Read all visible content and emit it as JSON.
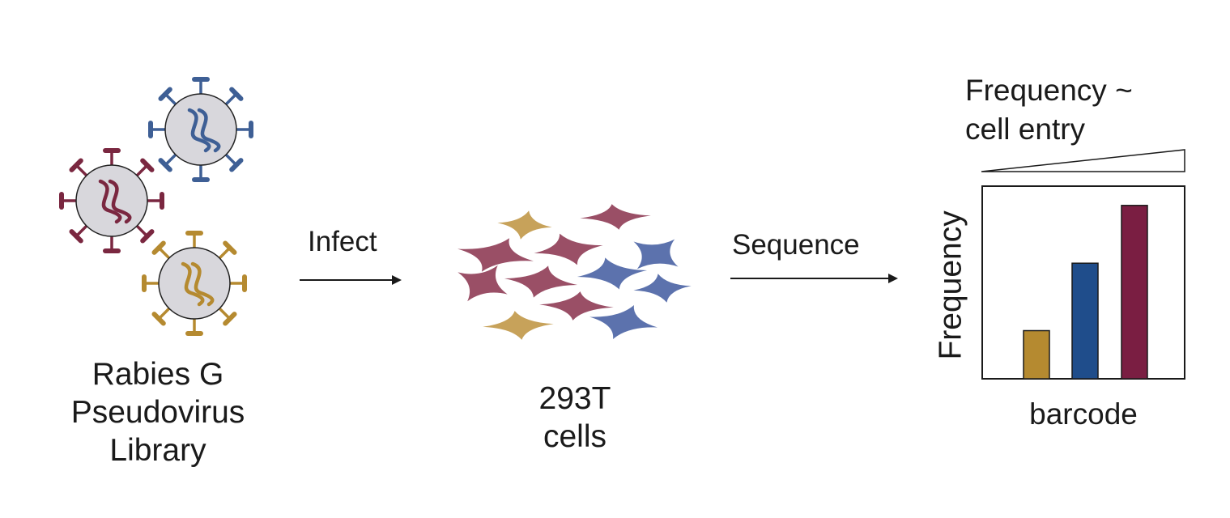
{
  "library": {
    "caption_lines": [
      "Rabies G",
      "Pseudovirus",
      "Library"
    ],
    "virions": [
      {
        "color": "#3e5f95"
      },
      {
        "color": "#7a2740"
      },
      {
        "color": "#b58a30"
      }
    ]
  },
  "steps": {
    "infect_label": "Infect",
    "sequence_label": "Sequence"
  },
  "cells": {
    "caption_lines": [
      "293T",
      "cells"
    ],
    "colors": {
      "red": "#9a4f66",
      "blue": "#5c72ad",
      "gold": "#c7a25a"
    }
  },
  "result": {
    "header_lines": [
      "Frequency ~",
      "cell entry"
    ]
  },
  "chart_data": {
    "type": "bar",
    "xlabel": "barcode",
    "ylabel": "Frequency",
    "title": "",
    "ylim": [
      0,
      1
    ],
    "series": [
      {
        "values": [
          0.25,
          0.6,
          0.9
        ],
        "colors": [
          "#b58a30",
          "#1f4d8b",
          "#7a1e42"
        ]
      }
    ]
  }
}
